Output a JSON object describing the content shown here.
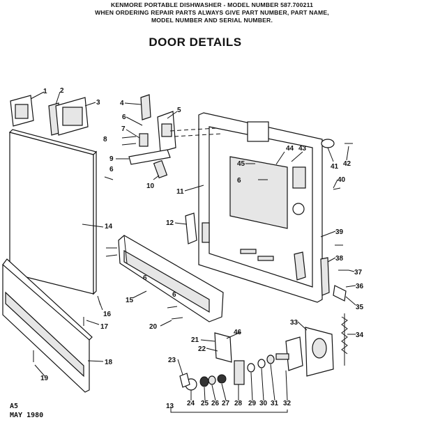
{
  "header": {
    "line1": "KENMORE PORTABLE DISHWASHER - MODEL NUMBER 587.700211",
    "line2": "WHEN ORDERING REPAIR PARTS ALWAYS GIVE PART NUMBER, PART NAME,",
    "line3": "MODEL NUMBER AND SERIAL NUMBER."
  },
  "title": "DOOR DETAILS",
  "footer": {
    "code": "A5",
    "date": "MAY 1980"
  },
  "callouts": [
    {
      "id": "c1",
      "text": "1"
    },
    {
      "id": "c2",
      "text": "2"
    },
    {
      "id": "c3",
      "text": "3"
    },
    {
      "id": "c4",
      "text": "4"
    },
    {
      "id": "c5",
      "text": "5"
    },
    {
      "id": "c6a",
      "text": "6"
    },
    {
      "id": "c7",
      "text": "7"
    },
    {
      "id": "c8",
      "text": "8"
    },
    {
      "id": "c9",
      "text": "9"
    },
    {
      "id": "c6b",
      "text": "6"
    },
    {
      "id": "c10",
      "text": "10"
    },
    {
      "id": "c11",
      "text": "11"
    },
    {
      "id": "c12",
      "text": "12"
    },
    {
      "id": "c14",
      "text": "14"
    },
    {
      "id": "c15",
      "text": "15"
    },
    {
      "id": "c16",
      "text": "16"
    },
    {
      "id": "c17",
      "text": "17"
    },
    {
      "id": "c18",
      "text": "18"
    },
    {
      "id": "c19",
      "text": "19"
    },
    {
      "id": "c20",
      "text": "20"
    },
    {
      "id": "c21",
      "text": "21"
    },
    {
      "id": "c22",
      "text": "22"
    },
    {
      "id": "c23",
      "text": "23"
    },
    {
      "id": "c13",
      "text": "13"
    },
    {
      "id": "c24",
      "text": "24"
    },
    {
      "id": "c25",
      "text": "25"
    },
    {
      "id": "c26",
      "text": "26"
    },
    {
      "id": "c27",
      "text": "27"
    },
    {
      "id": "c28",
      "text": "28"
    },
    {
      "id": "c29",
      "text": "29"
    },
    {
      "id": "c30",
      "text": "30"
    },
    {
      "id": "c31",
      "text": "31"
    },
    {
      "id": "c32",
      "text": "32"
    },
    {
      "id": "c33",
      "text": "33"
    },
    {
      "id": "c34",
      "text": "34"
    },
    {
      "id": "c35",
      "text": "35"
    },
    {
      "id": "c36",
      "text": "36"
    },
    {
      "id": "c37",
      "text": "37"
    },
    {
      "id": "c38",
      "text": "38"
    },
    {
      "id": "c39",
      "text": "39"
    },
    {
      "id": "c40",
      "text": "40"
    },
    {
      "id": "c41",
      "text": "41"
    },
    {
      "id": "c42",
      "text": "42"
    },
    {
      "id": "c43",
      "text": "43"
    },
    {
      "id": "c44",
      "text": "44"
    },
    {
      "id": "c45",
      "text": "45"
    },
    {
      "id": "c6c",
      "text": "6"
    },
    {
      "id": "c46",
      "text": "46"
    },
    {
      "id": "c6d",
      "text": "6"
    },
    {
      "id": "c6e",
      "text": "6"
    }
  ]
}
